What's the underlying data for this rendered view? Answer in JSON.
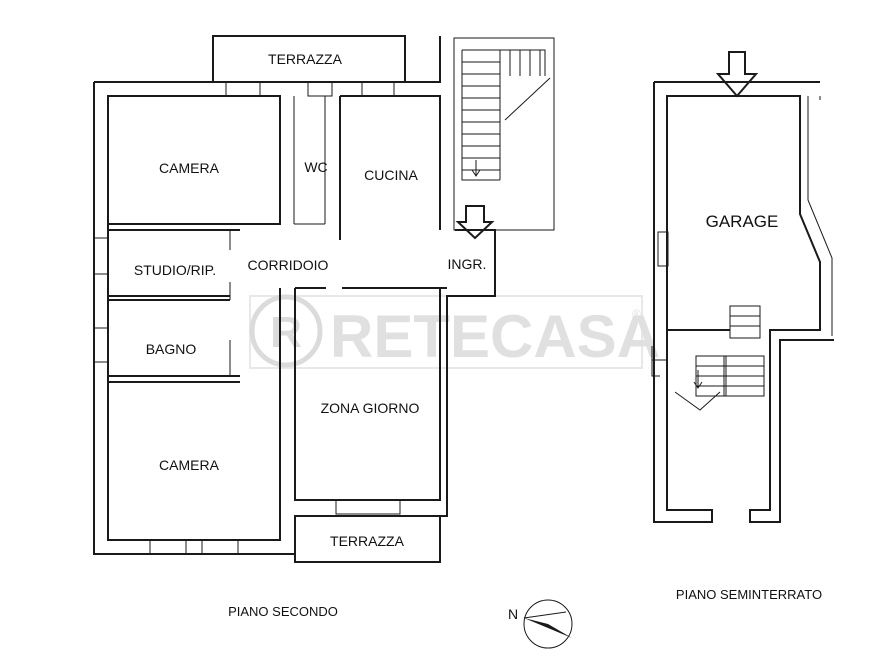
{
  "floor_labels": {
    "second": "PIANO SECONDO",
    "basement": "PIANO SEMINTERRATO"
  },
  "rooms": {
    "terrazza_top": "TERRAZZA",
    "terrazza_bottom": "TERRAZZA",
    "camera_top": "CAMERA",
    "camera_bottom": "CAMERA",
    "wc": "WC",
    "cucina": "CUCINA",
    "corridoio": "CORRIDOIO",
    "studio": "STUDIO/RIP.",
    "ingresso": "INGR.",
    "bagno": "BAGNO",
    "zona_giorno": "ZONA GIORNO",
    "garage": "GARAGE"
  },
  "compass": {
    "north": "N"
  },
  "watermark": {
    "text": "RETECASA",
    "registered": "®"
  }
}
